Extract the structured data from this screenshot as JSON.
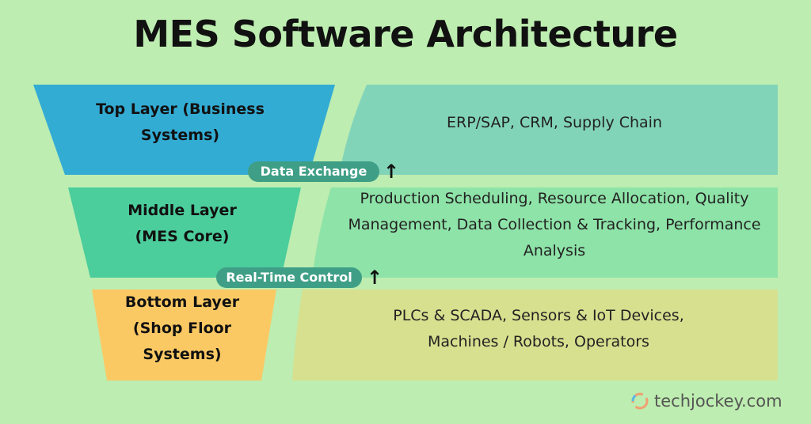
{
  "title": "MES Software Architecture",
  "layers": [
    {
      "label": "Top Layer (Business Systems)",
      "description": "ERP/SAP, CRM, Supply Chain",
      "color": "#33acd4",
      "panel_color": "#82d4b9"
    },
    {
      "label": "Middle Layer (MES Core)",
      "description": "Production Scheduling, Resource Allocation, Quality Management, Data Collection & Tracking, Performance Analysis",
      "color": "#4bcd9c",
      "panel_color": "#8ee3a8"
    },
    {
      "label": "Bottom Layer (Shop Floor Systems)",
      "description": "PLCs & SCADA, Sensors & IoT Devices, Machines / Robots, Operators",
      "color": "#fbc964",
      "panel_color": "#d7e08f"
    }
  ],
  "connectors": [
    {
      "label": "Data Exchange",
      "arrow": "↑"
    },
    {
      "label": "Real-Time Control",
      "arrow": "↑"
    }
  ],
  "brand": "techjockey.com"
}
